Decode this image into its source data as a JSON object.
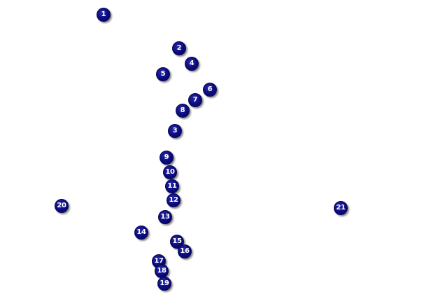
{
  "markers": [
    {
      "label": "1"
    },
    {
      "label": "2"
    },
    {
      "label": "3"
    },
    {
      "label": "4"
    },
    {
      "label": "5"
    },
    {
      "label": "6"
    },
    {
      "label": "7"
    },
    {
      "label": "8"
    },
    {
      "label": "9"
    },
    {
      "label": "10"
    },
    {
      "label": "11"
    },
    {
      "label": "12"
    },
    {
      "label": "13"
    },
    {
      "label": "14"
    },
    {
      "label": "15"
    },
    {
      "label": "16"
    },
    {
      "label": "17"
    },
    {
      "label": "18"
    },
    {
      "label": "19"
    },
    {
      "label": "20"
    },
    {
      "label": "21"
    }
  ],
  "colors": {
    "marker_fill": "#0a0a7e",
    "marker_text": "#ffffff",
    "background": "#ffffff"
  }
}
